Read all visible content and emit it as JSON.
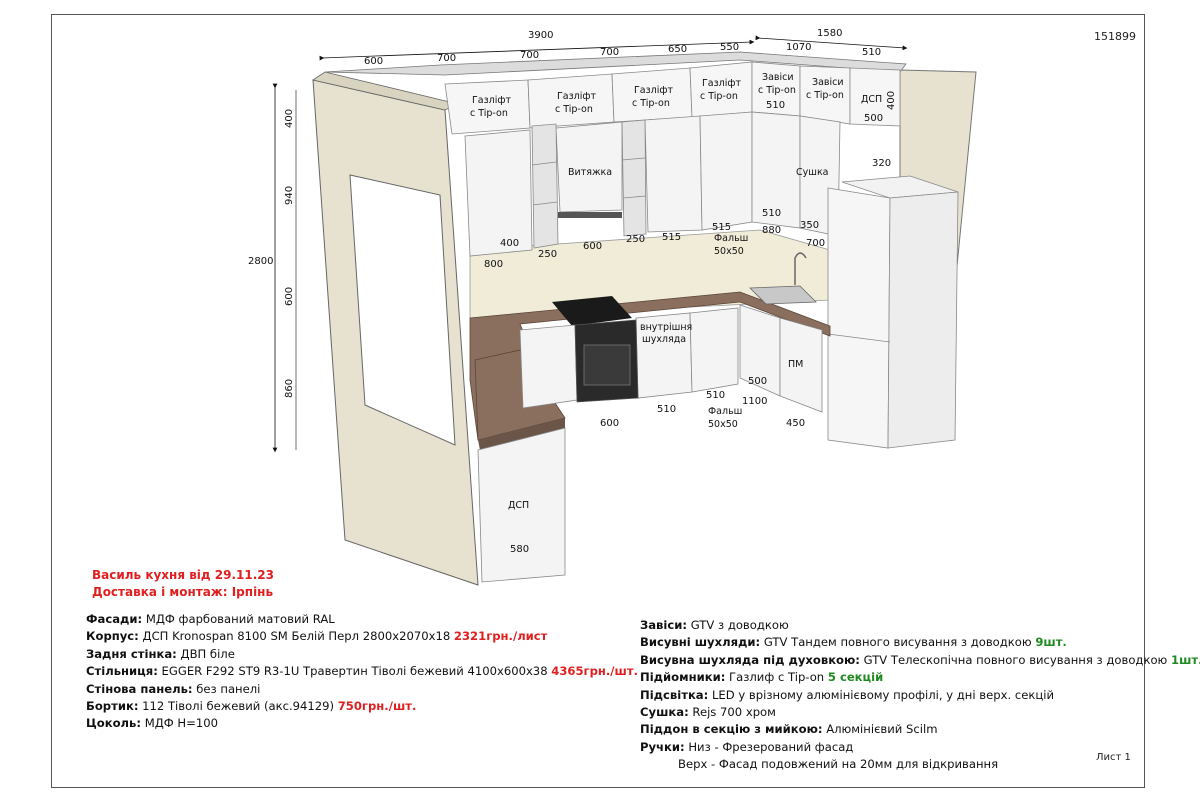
{
  "sheet_number": "151899",
  "sheet_label": "Лист 1",
  "order": {
    "title": "Василь кухня від 29.11.23",
    "delivery": "Доставка і монтаж: Ірпінь"
  },
  "dimensions": {
    "top_total": "3900",
    "top_right": "1580",
    "top_segments": [
      "600",
      "700",
      "700",
      "700",
      "650",
      "550"
    ],
    "right_top": [
      "1070",
      "510"
    ],
    "overall_height": "2800",
    "vertical_stack": [
      "400",
      "940",
      "600",
      "860"
    ],
    "misc": {
      "d400_right": "400",
      "d500_right": "500",
      "d320": "320",
      "d510_a": "510",
      "d510_b": "510",
      "d350": "350",
      "d880": "880",
      "d700": "700",
      "d515_a": "515",
      "d515_b": "515",
      "d250_a": "250",
      "d250_b": "250",
      "d400_low": "400",
      "d800": "800",
      "d600_mid": "600",
      "d600_bottom": "600",
      "d510_bottom": "510",
      "d510_c": "510",
      "d500_c": "500",
      "d1100": "1100",
      "d450": "450",
      "d580": "580"
    }
  },
  "labels": {
    "gaslift_1": [
      "Газліфт",
      "с Tip-on"
    ],
    "gaslift_2": [
      "Газліфт",
      "с Tip-on"
    ],
    "gaslift_3": [
      "Газліфт",
      "с Tip-on"
    ],
    "gaslift_4": [
      "Газліфт",
      "с Tip-on"
    ],
    "hinges_1": [
      "Завіси",
      "с Tip-on"
    ],
    "hinges_2": [
      "Завіси",
      "с Tip-on"
    ],
    "dsp_top": "ДСП",
    "dsp_bottom": "ДСП",
    "hood": "Витяжка",
    "dryer": "Сушка",
    "inner_drawer": [
      "внутрішня",
      "шухляда"
    ],
    "falsh_top": [
      "Фальш",
      "50x50"
    ],
    "falsh_bottom": [
      "Фальш",
      "50x50"
    ],
    "dishwasher": "ПМ"
  },
  "specs_left": [
    {
      "key": "Фасади:",
      "value": " МДФ фарбований матовий RAL",
      "accent": "",
      "accent_type": ""
    },
    {
      "key": "Корпус:",
      "value": " ДСП Kronospan 8100 SM Белій Перл 2800x2070x18 ",
      "accent": "2321грн./лист",
      "accent_type": "red"
    },
    {
      "key": "Задня стінка:",
      "value": " ДВП біле",
      "accent": "",
      "accent_type": ""
    },
    {
      "key": "Стільниця:",
      "value": " EGGER F292 ST9 R3-1U Травертин Тіволі бежевий 4100x600x38 ",
      "accent": "4365грн./шт.",
      "accent_type": "red"
    },
    {
      "key": "Стінова панель:",
      "value": " без панелі",
      "accent": "",
      "accent_type": ""
    },
    {
      "key": "Бортик:",
      "value": " 112 Тіволі бежевий (акс.94129) ",
      "accent": "750грн./шт.",
      "accent_type": "red"
    },
    {
      "key": "Цоколь:",
      "value": " МДФ Н=100",
      "accent": "",
      "accent_type": ""
    }
  ],
  "specs_right": [
    {
      "key": "Завіси:",
      "value": " GTV з доводкою",
      "accent": "",
      "accent_type": ""
    },
    {
      "key": "Висувні шухляди:",
      "value": " GTV Тандем повного висування з доводкою ",
      "accent": "9шт.",
      "accent_type": "green"
    },
    {
      "key": "Висувна шухляда під духовкою:",
      "value": " GTV Телескопічна повного висування з доводкою ",
      "accent": "1шт.",
      "accent_type": "green"
    },
    {
      "key": "Підйомники:",
      "value": " Газлиф с Tip-on ",
      "accent": "5 секцій",
      "accent_type": "green"
    },
    {
      "key": "Підсвітка:",
      "value": " LED у врізному алюмінієвому профілі, у дні верх. секцій",
      "accent": "",
      "accent_type": ""
    },
    {
      "key": "Сушка:",
      "value": " Rejs 700 хром",
      "accent": "",
      "accent_type": ""
    },
    {
      "key": "Піддон в секцію з мийкою:",
      "value": " Алюмінієвий Scilm",
      "accent": "",
      "accent_type": ""
    },
    {
      "key": "Ручки:",
      "value": " Низ - Фрезерований фасад",
      "accent": "",
      "accent_type": ""
    }
  ],
  "specs_right_extra": "Верх - Фасад подовжений на 20мм для відкривання",
  "colors": {
    "wall_panel": "#e6e2cf",
    "backsplash": "#f0ecd8",
    "worktop": "#8a6f5e",
    "cabinet": "#f4f4f4",
    "red": "#e02020",
    "green": "#1f8a1f"
  }
}
